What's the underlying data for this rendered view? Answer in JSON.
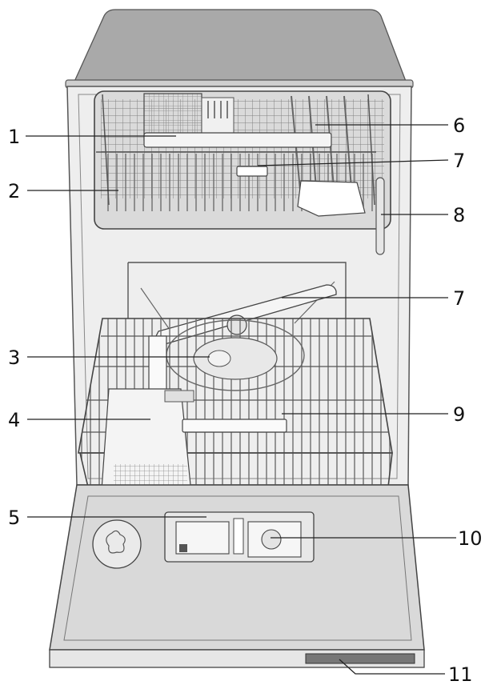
{
  "diagram": {
    "colors": {
      "lid": "#a9a9a9",
      "tub": "#eeeeee",
      "tub_edge": "#555555",
      "rack": "#6e6e6e",
      "door": "#d9d9d9"
    },
    "callouts": [
      {
        "id": "1",
        "label": "1"
      },
      {
        "id": "2",
        "label": "2"
      },
      {
        "id": "6",
        "label": "6"
      },
      {
        "id": "7a",
        "label": "7"
      },
      {
        "id": "8",
        "label": "8"
      },
      {
        "id": "3",
        "label": "3"
      },
      {
        "id": "7b",
        "label": "7"
      },
      {
        "id": "4",
        "label": "4"
      },
      {
        "id": "9",
        "label": "9"
      },
      {
        "id": "5",
        "label": "5"
      },
      {
        "id": "10",
        "label": "10"
      },
      {
        "id": "11",
        "label": "11"
      }
    ]
  }
}
